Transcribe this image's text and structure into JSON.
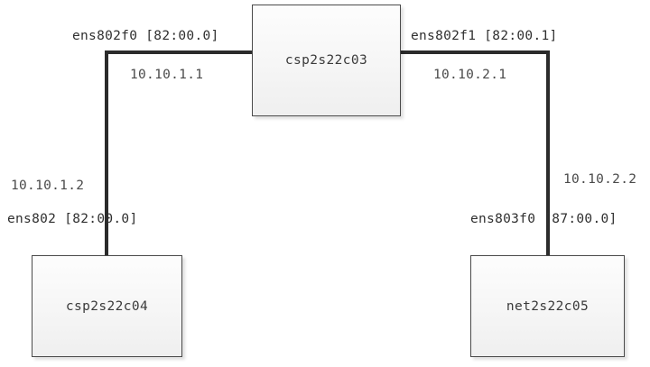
{
  "diagram": {
    "type": "network-topology",
    "nodes": [
      {
        "id": "csp2s22c03",
        "label": "csp2s22c03"
      },
      {
        "id": "csp2s22c04",
        "label": "csp2s22c04"
      },
      {
        "id": "net2s22c05",
        "label": "net2s22c05"
      }
    ],
    "links": [
      {
        "id": "link-left",
        "from": "csp2s22c03",
        "to": "csp2s22c04",
        "endpoints": [
          {
            "interface": "ens802f0 [82:00.0]",
            "ip": "10.10.1.1",
            "node": "csp2s22c03"
          },
          {
            "interface": "ens802 [82:00.0]",
            "ip": "10.10.1.2",
            "node": "csp2s22c04"
          }
        ]
      },
      {
        "id": "link-right",
        "from": "csp2s22c03",
        "to": "net2s22c05",
        "endpoints": [
          {
            "interface": "ens802f1 [82:00.1]",
            "ip": "10.10.2.1",
            "node": "csp2s22c03"
          },
          {
            "interface": "ens803f0 [87:00.0]",
            "ip": "10.10.2.2",
            "node": "net2s22c05"
          }
        ]
      }
    ],
    "labels": {
      "iface_top_left": "ens802f0 [82:00.0]",
      "ip_top_left": "10.10.1.1",
      "iface_top_right": "ens802f1 [82:00.1]",
      "ip_top_right": "10.10.2.1",
      "ip_bottom_left": "10.10.1.2",
      "iface_bottom_left": "ens802 [82:00.0]",
      "ip_bottom_right": "10.10.2.2",
      "iface_bottom_right": "ens803f0 [87:00.0]"
    },
    "colors": {
      "background": "#ffffff",
      "link": "#2b2b2b",
      "node_border": "#4a4a4a",
      "node_fill": "#f7f7f7",
      "text": "#2f2f2f"
    }
  }
}
